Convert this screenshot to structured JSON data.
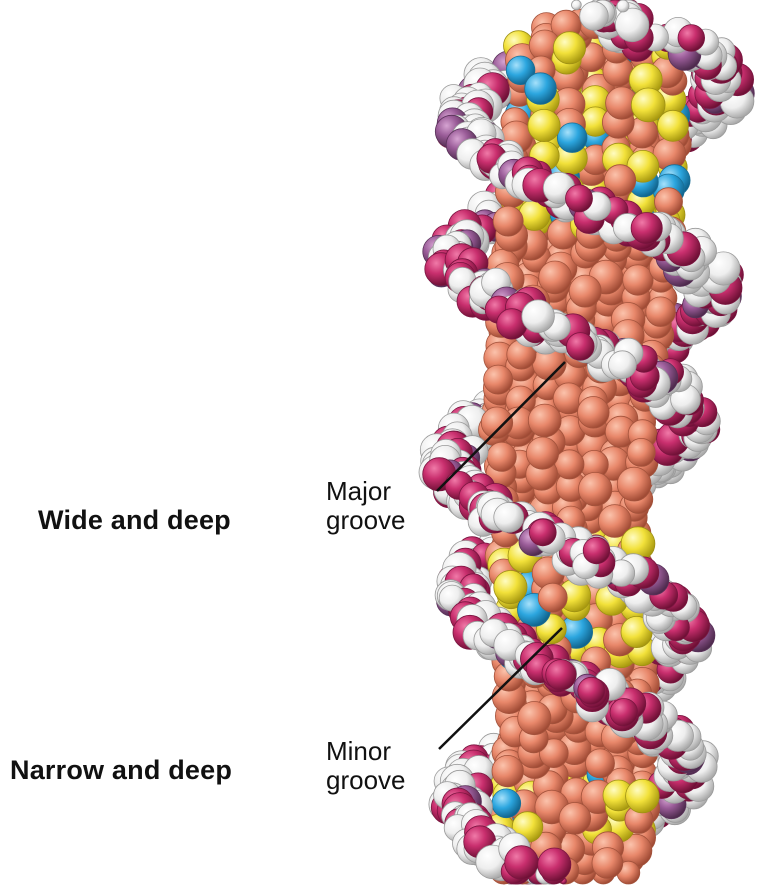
{
  "labels": {
    "major_description": "Wide and deep",
    "minor_description": "Narrow and deep",
    "major_groove_line1": "Major",
    "major_groove_line2": "groove",
    "minor_groove_line1": "Minor",
    "minor_groove_line2": "groove"
  },
  "colors": {
    "backbone_pink": "#c92f6e",
    "backbone_purple": "#9a5c98",
    "hydrogen_white": "#f0f0f0",
    "base_salmon": "#e8876a",
    "base_yellow": "#f2e13a",
    "base_blue": "#2ca6df",
    "leader_line": "#111111"
  }
}
